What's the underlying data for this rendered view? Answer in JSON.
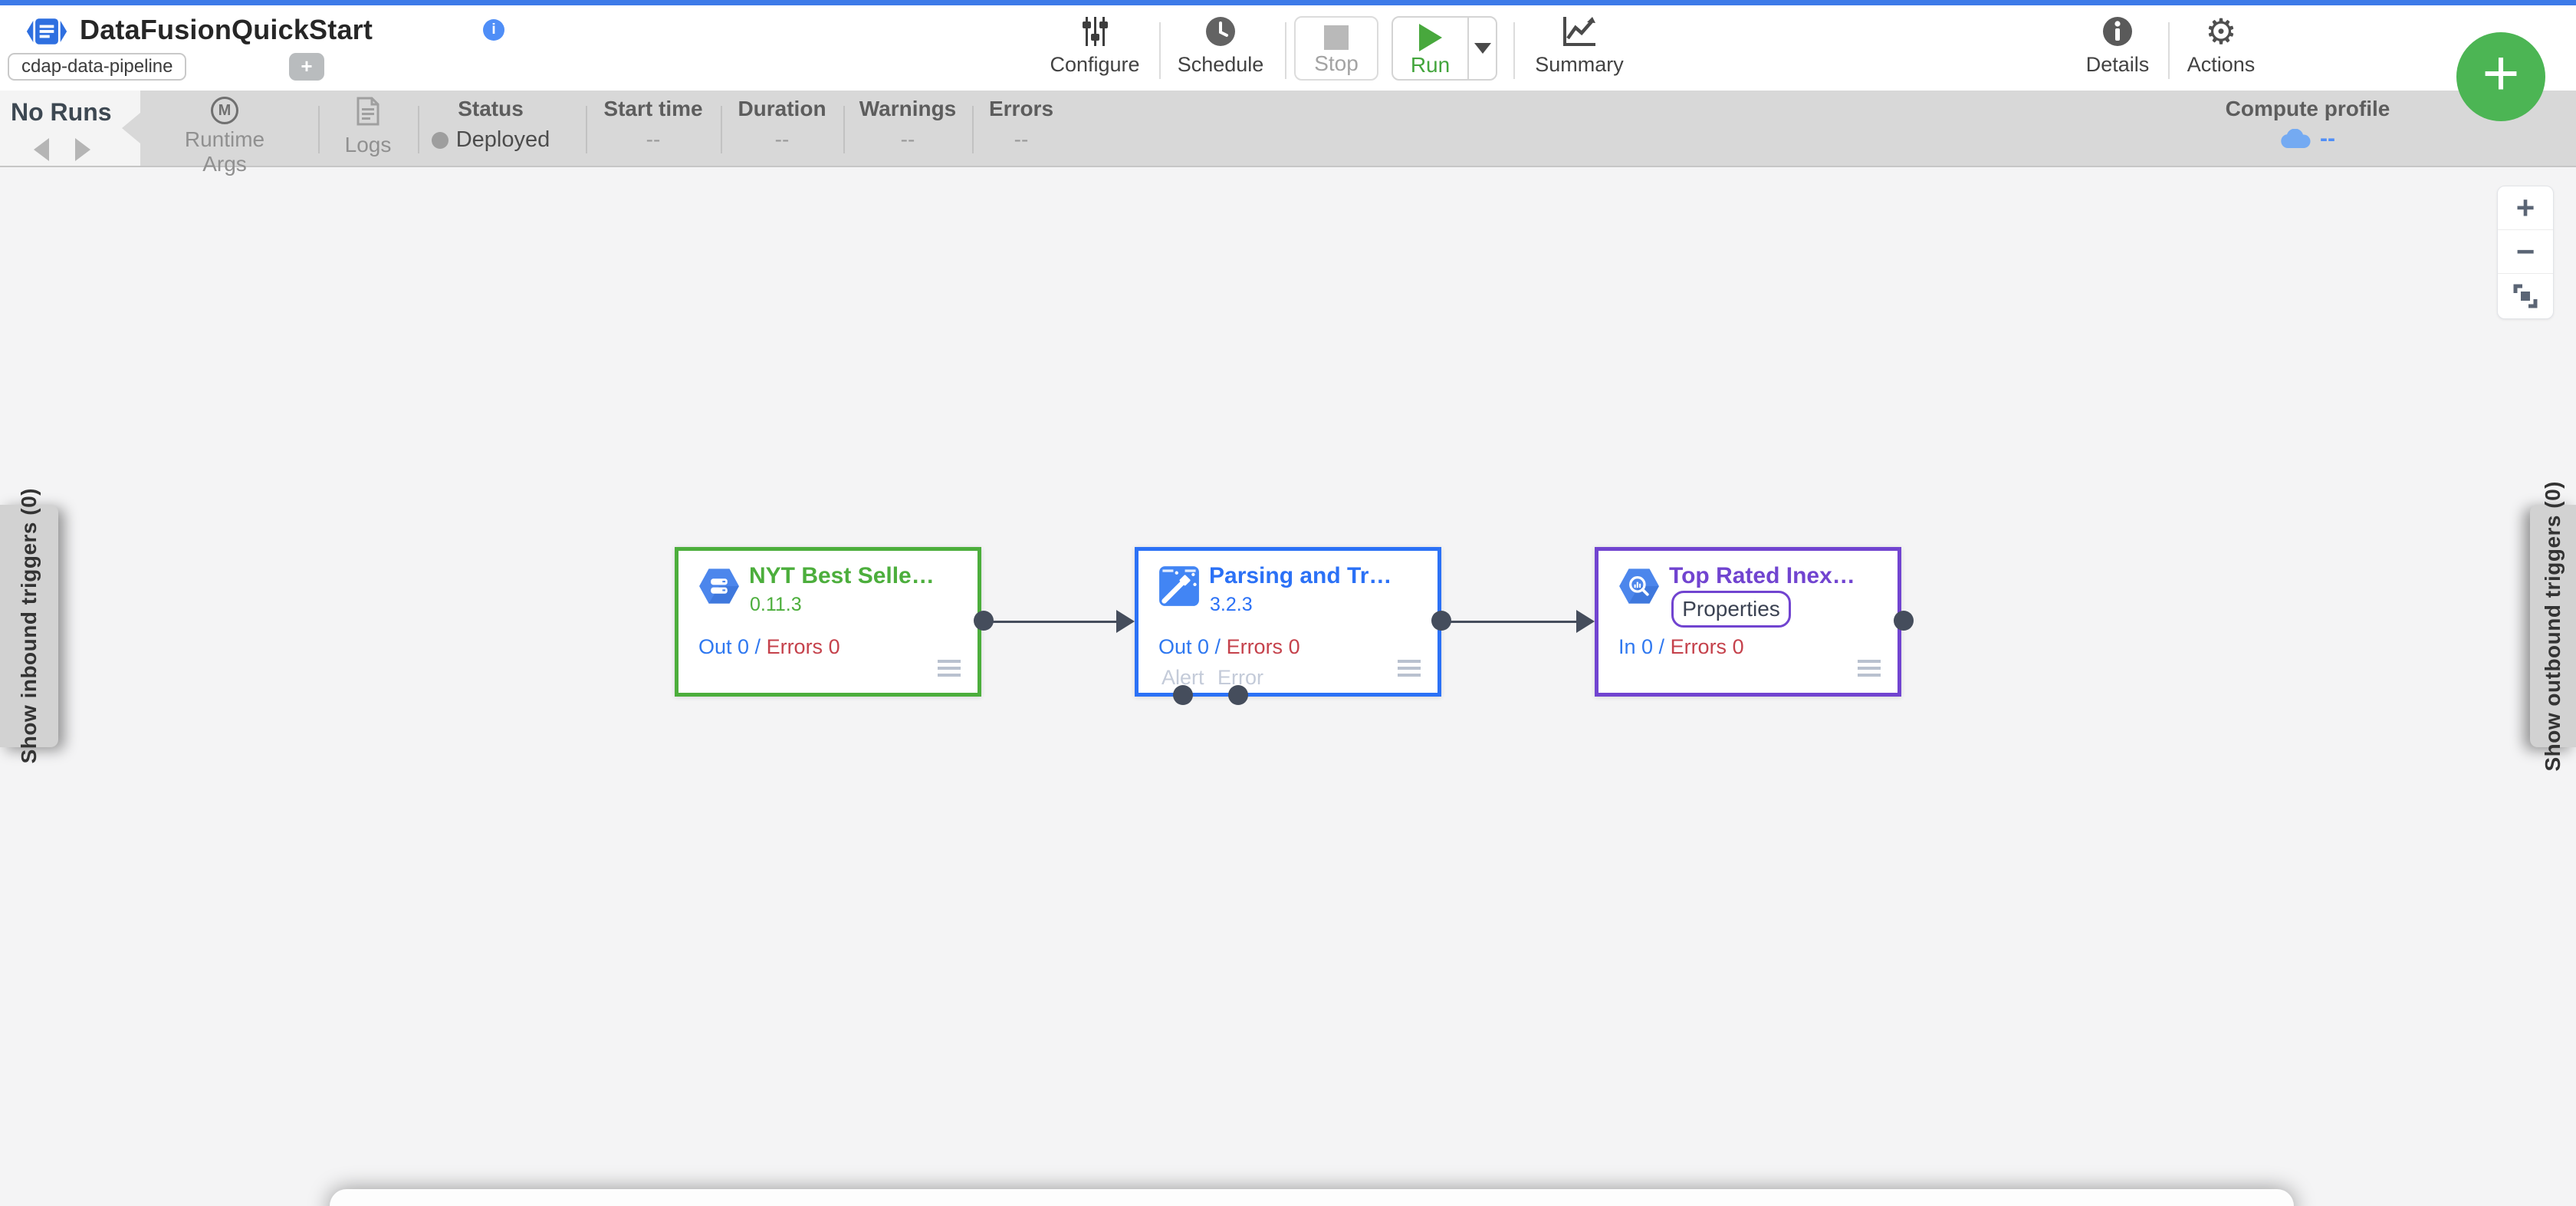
{
  "header": {
    "title": "DataFusionQuickStart",
    "tag": "cdap-data-pipeline",
    "tag_add": "+",
    "toolbar": {
      "configure": "Configure",
      "schedule": "Schedule",
      "stop": "Stop",
      "run": "Run",
      "summary": "Summary",
      "details": "Details",
      "actions": "Actions"
    },
    "add_fab": "+"
  },
  "runs_bar": {
    "no_runs": "No Runs",
    "runtime_args": {
      "icon_letter": "M",
      "label": "Runtime Args"
    },
    "logs": "Logs",
    "status": {
      "label": "Status",
      "value": "Deployed"
    },
    "columns": [
      {
        "label": "Start time",
        "value": "--"
      },
      {
        "label": "Duration",
        "value": "--"
      },
      {
        "label": "Warnings",
        "value": "--"
      },
      {
        "label": "Errors",
        "value": "--"
      }
    ],
    "compute_profile": {
      "label": "Compute profile",
      "value": "--"
    }
  },
  "zoom_controls": {
    "zoom_in": "+",
    "zoom_out": "−"
  },
  "triggers": {
    "inbound": "Show inbound triggers (0)",
    "outbound": "Show outbound triggers (0)"
  },
  "nodes": [
    {
      "title": "NYT Best Selle…",
      "version": "0.11.3",
      "metric_main": "Out 0",
      "metric_sep": " / ",
      "metric_err": "Errors 0",
      "accent": "#4cae3c",
      "type": "source"
    },
    {
      "title": "Parsing and Tr…",
      "version": "3.2.3",
      "metric_main": "Out 0",
      "metric_sep": " / ",
      "metric_err": "Errors 0",
      "alert_label": "Alert",
      "error_label": "Error",
      "accent": "#2b71f6",
      "type": "transform"
    },
    {
      "title": "Top Rated Inex…",
      "properties_label": "Properties",
      "metric_main": "In 0",
      "metric_sep": " / ",
      "metric_err": "Errors 0",
      "accent": "#7144d0",
      "type": "sink"
    }
  ],
  "colors": {
    "top_border": "#3d7ae8",
    "run_green": "#43a53c",
    "fab_green": "#4cb554",
    "source_green": "#4cae3c",
    "transform_blue": "#2b71f6",
    "sink_purple": "#7144d0",
    "metric_blue": "#2f78f0",
    "metric_red": "#c5414b",
    "port_dark": "#454d5c",
    "compute_cloud_blue": "#74aaf2"
  }
}
